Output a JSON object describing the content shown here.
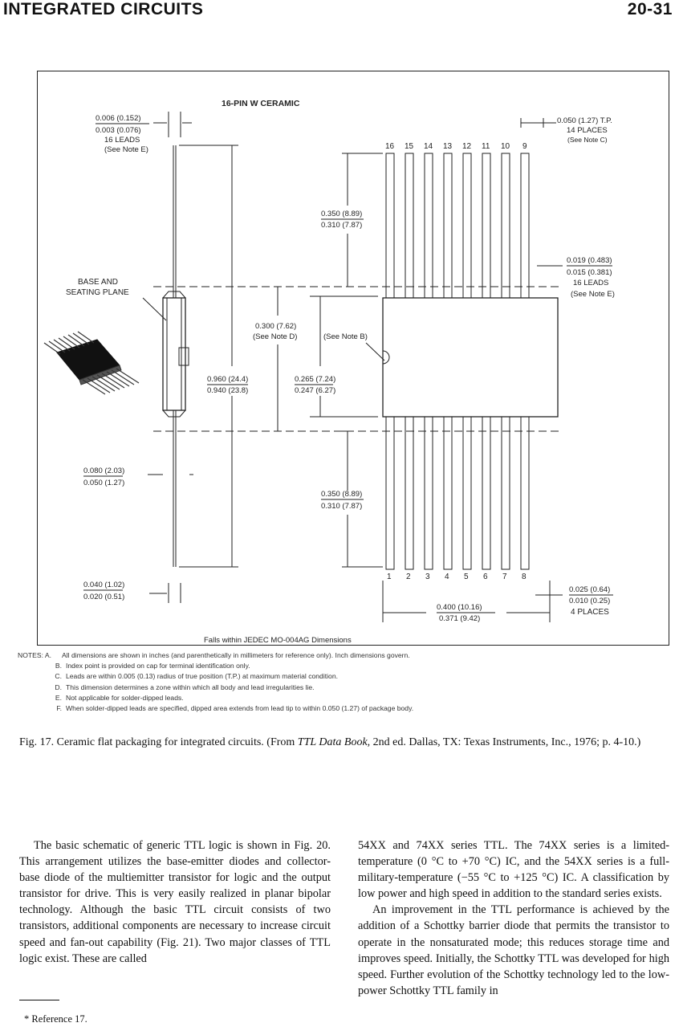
{
  "header": {
    "section": "INTEGRATED CIRCUITS",
    "page_number": "20-31"
  },
  "figure": {
    "title": "16-PIN W CERAMIC",
    "dims": {
      "lead_thickness_max": "0.006 (0.152)",
      "lead_thickness_min": "0.003 (0.076)",
      "lead_thickness_note1": "16 LEADS",
      "lead_thickness_note2": "(See Note E)",
      "pitch": "0.050 (1.27) T.P.",
      "pitch_note1": "14 PLACES",
      "pitch_note2": "(See Note C)",
      "lead_len_top_max": "0.350 (8.89)",
      "lead_len_top_min": "0.310 (7.87)",
      "lead_width_max": "0.019 (0.483)",
      "lead_width_min": "0.015 (0.381)",
      "lead_width_note1": "16 LEADS",
      "lead_width_note2": "(See Note E)",
      "base_label1": "BASE AND",
      "base_label2": "SEATING PLANE",
      "zone_value": "0.300 (7.62)",
      "zone_note": "(See Note D)",
      "index_note": "(See Note B)",
      "overall_len_max": "0.960 (24.4)",
      "overall_len_min": "0.940 (23.8)",
      "body_width_max": "0.265 (7.24)",
      "body_width_min": "0.247 (6.27)",
      "body_thick_max": "0.080 (2.03)",
      "body_thick_min": "0.050 (1.27)",
      "lead_len_bot_max": "0.350 (8.89)",
      "lead_len_bot_min": "0.310 (7.87)",
      "standoff_max": "0.040 (1.02)",
      "standoff_min": "0.020 (0.51)",
      "row_span_max": "0.400 (10.16)",
      "row_span_min": "0.371 (9.42)",
      "end_lead_max": "0.025 (0.64)",
      "end_lead_min": "0.010 (0.25)",
      "end_lead_note": "4 PLACES"
    },
    "pins_top": [
      "16",
      "15",
      "14",
      "13",
      "12",
      "11",
      "10",
      "9"
    ],
    "pins_bottom": [
      "1",
      "2",
      "3",
      "4",
      "5",
      "6",
      "7",
      "8"
    ],
    "jedec": "Falls within JEDEC MO-004AG Dimensions"
  },
  "notes": {
    "heading": "NOTES:",
    "items": [
      {
        "letter": "A.",
        "text": "All dimensions are shown in inches (and parenthetically in millimeters for reference only). Inch dimensions govern."
      },
      {
        "letter": "B.",
        "text": "Index point is provided on cap for terminal identification only."
      },
      {
        "letter": "C.",
        "text": "Leads are within 0.005 (0.13) radius of true position (T.P.) at maximum material condition."
      },
      {
        "letter": "D.",
        "text": "This dimension determines a zone within which all body and lead irregularities lie."
      },
      {
        "letter": "E.",
        "text": "Not applicable for solder-dipped leads."
      },
      {
        "letter": "F.",
        "text": "When solder-dipped leads are specified, dipped area extends from lead tip to within 0.050 (1.27) of package body."
      }
    ]
  },
  "caption": {
    "prefix": "Fig. 17. Ceramic flat packaging for integrated circuits. (From ",
    "book": "TTL Data Book,",
    "suffix": " 2nd ed. Dallas, TX: Texas Instruments, Inc., 1976; p. 4-10.)"
  },
  "body": {
    "left_p1": "The basic schematic of generic TTL logic is shown in Fig. 20. This arrangement utilizes the base-emitter diodes and collector-base diode of the multiemitter transistor for logic and the output transistor for drive. This is very easily realized in planar bipolar technology. Although the basic TTL circuit consists of two transistors, additional components are necessary to increase circuit speed and fan-out capability (Fig. 21). Two major classes of TTL logic exist. These are called",
    "right_p1": "54XX and 74XX series TTL. The 74XX series is a limited-temperature (0 °C to +70 °C) IC, and the 54XX series is a full-military-temperature (−55 °C to +125 °C) IC. A classification by low power and high speed in addition to the standard series exists.",
    "right_p2": "An improvement in the TTL performance is achieved by the addition of a Schottky barrier diode that permits the transistor to operate in the nonsaturated mode; this reduces storage time and improves speed. Initially, the Schottky TTL was developed for high speed. Further evolution of the Schottky technology led to the low-power Schottky TTL family in"
  },
  "footnote": "* Reference 17."
}
